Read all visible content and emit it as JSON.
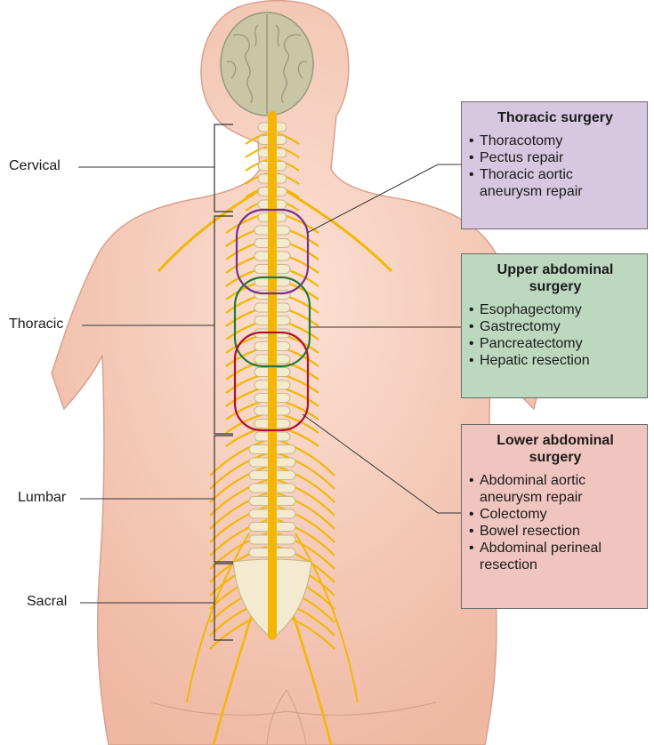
{
  "regions": {
    "cervical": "Cervical",
    "thoracic": "Thoracic",
    "lumbar": "Lumbar",
    "sacral": "Sacral"
  },
  "boxes": {
    "thoracic": {
      "title": "Thoracic surgery",
      "items": [
        "Thoracotomy",
        "Pectus repair",
        "Thoracic aortic aneurysm repair"
      ],
      "fill": "#d8c7e0",
      "ring_color": "#7a2f8f"
    },
    "upper_abdominal": {
      "title": "Upper abdominal surgery",
      "items": [
        "Esophagectomy",
        "Gastrectomy",
        "Pancreatectomy",
        "Hepatic resection"
      ],
      "fill": "#bcd9c0",
      "ring_color": "#1f7a3a"
    },
    "lower_abdominal": {
      "title": "Lower abdominal surgery",
      "items": [
        "Abdominal aortic aneurysm repair",
        "Colectomy",
        "Bowel resection",
        "Abdominal perineal resection"
      ],
      "fill": "#f0c5c0",
      "ring_color": "#b0102a"
    }
  },
  "colors": {
    "skin": "#f4c9b6",
    "skin_outline": "#d9a18d",
    "nerve": "#f2b705",
    "bone": "#f3ead0",
    "brain": "#c9c6a6"
  }
}
